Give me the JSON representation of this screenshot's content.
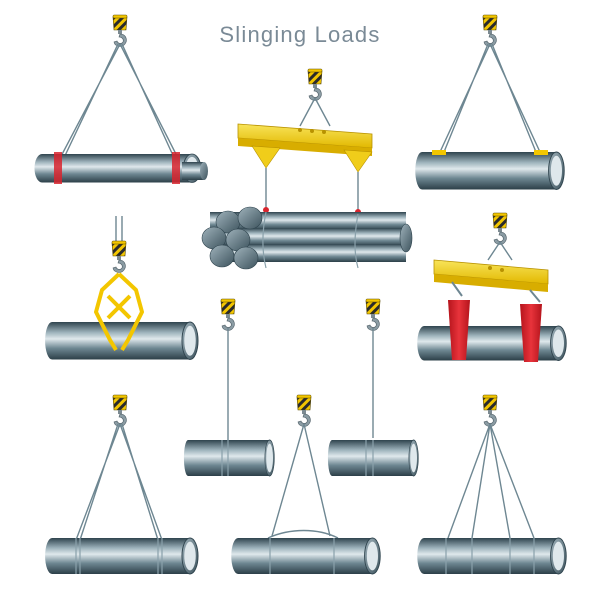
{
  "title": "Slinging Loads",
  "colors": {
    "pipe_dark": "#3f5560",
    "pipe_light": "#a9bcc5",
    "hook_yellow": "#f3c600",
    "beam_yellow": "#f2d21b",
    "sling_red": "#d8252e",
    "rope": "#6e8792"
  },
  "scenes": [
    {
      "name": "two-leg-choke-pipe"
    },
    {
      "name": "spreader-beam-bundle"
    },
    {
      "name": "two-leg-hooks-pipe"
    },
    {
      "name": "grab-tongs-pipe"
    },
    {
      "name": "single-hook-pipe-left"
    },
    {
      "name": "single-hook-pipe-right"
    },
    {
      "name": "spreader-beam-red-slings"
    },
    {
      "name": "two-leg-basket-pipe"
    },
    {
      "name": "bridle-basket-pipe"
    },
    {
      "name": "four-leg-pipe"
    }
  ]
}
